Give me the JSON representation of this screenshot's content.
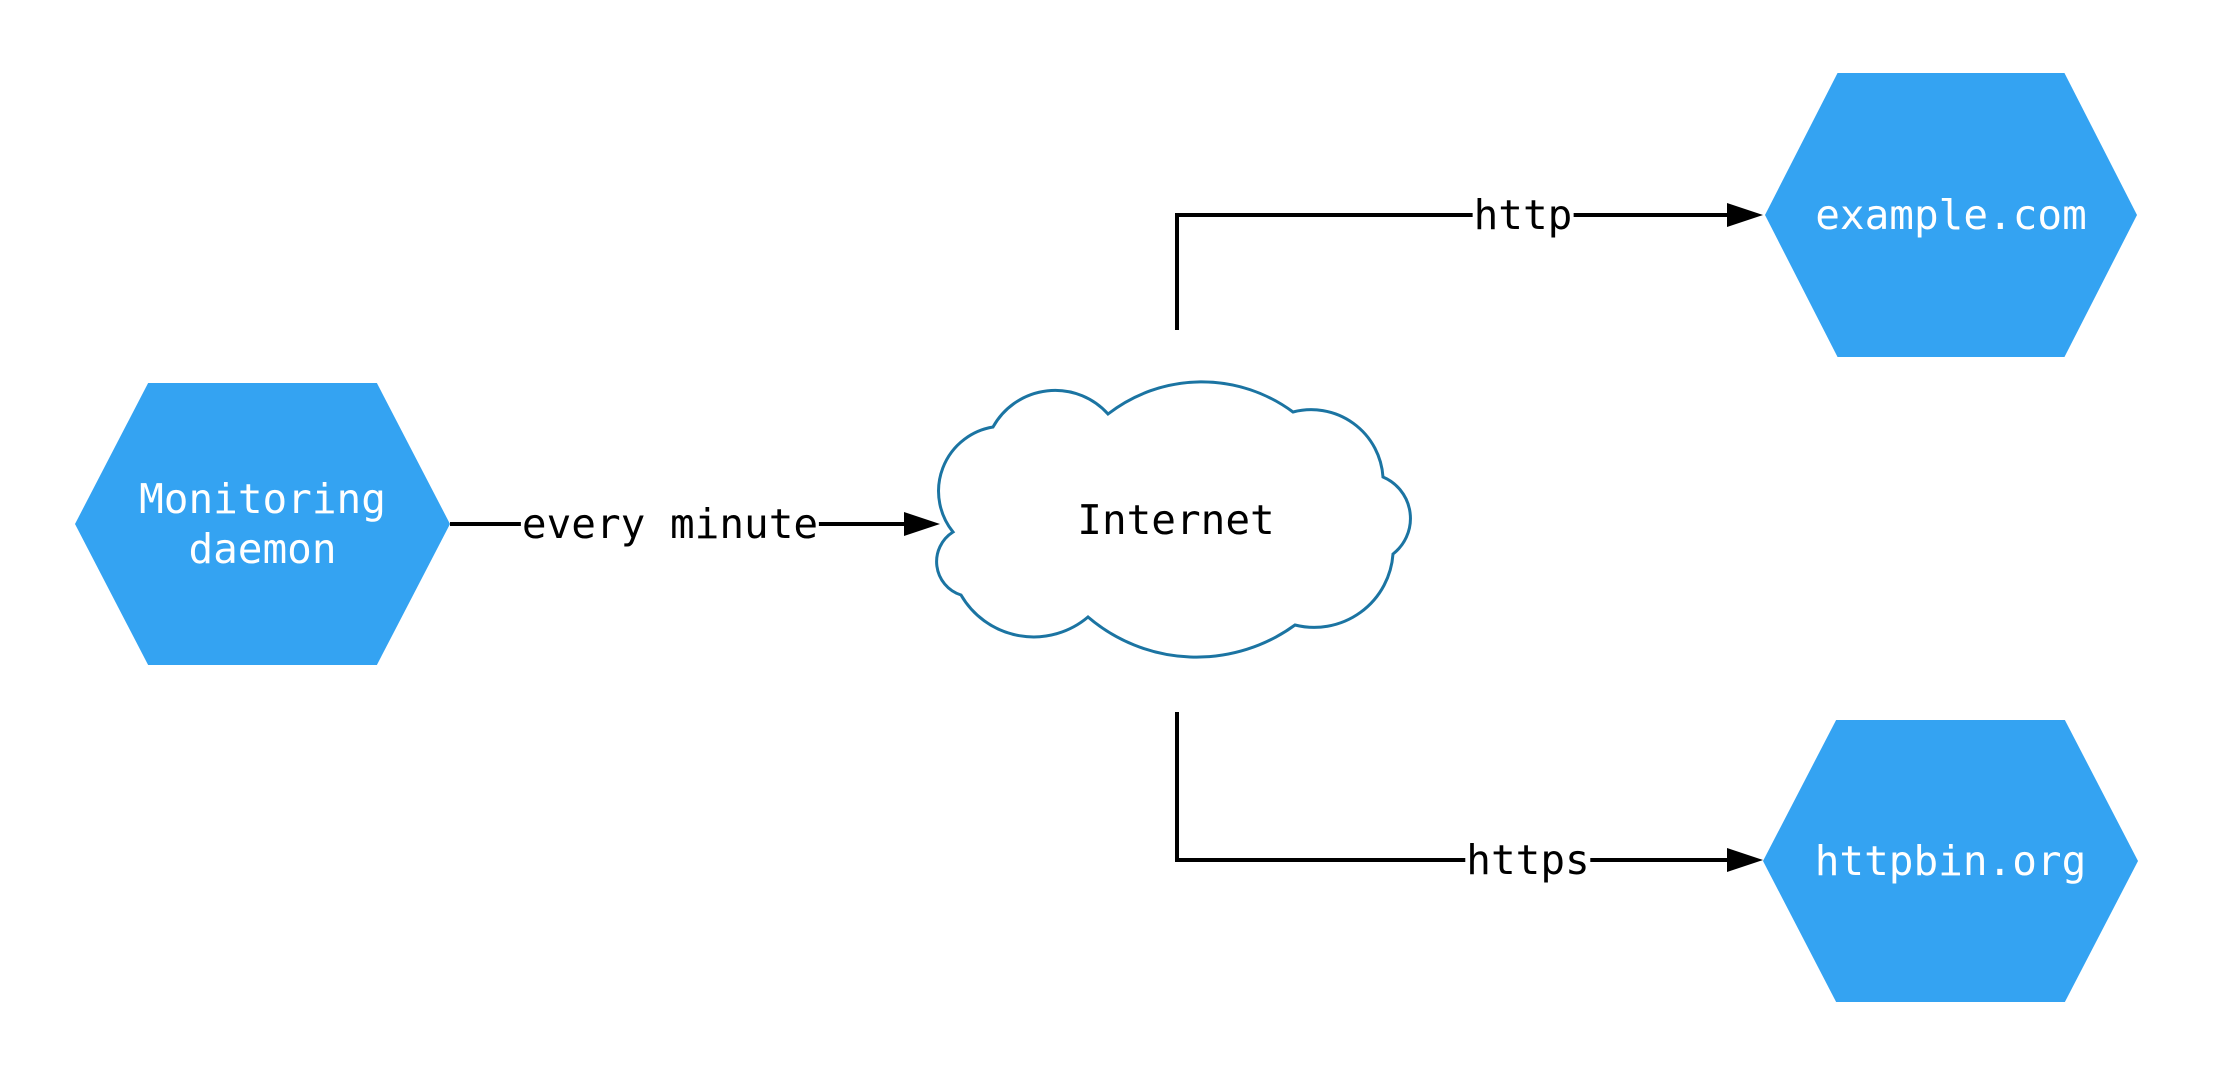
{
  "colors": {
    "background": "#ffffff",
    "node_fill": "#34a3f2",
    "node_text": "#ffffff",
    "cloud_stroke": "#1b74a2",
    "cloud_fill": "#ffffff",
    "connector": "#000000",
    "label_text": "#000000"
  },
  "nodes": {
    "monitoring_daemon": {
      "type": "hexagon",
      "label_line1": "Monitoring",
      "label_line2": "daemon"
    },
    "internet": {
      "type": "cloud",
      "label": "Internet"
    },
    "example_com": {
      "type": "hexagon",
      "label": "example.com"
    },
    "httpbin_org": {
      "type": "hexagon",
      "label": "httpbin.org"
    }
  },
  "edges": {
    "monitoring_to_internet": {
      "label": "every minute"
    },
    "internet_to_example": {
      "label": "http"
    },
    "internet_to_httpbin": {
      "label": "https"
    }
  }
}
